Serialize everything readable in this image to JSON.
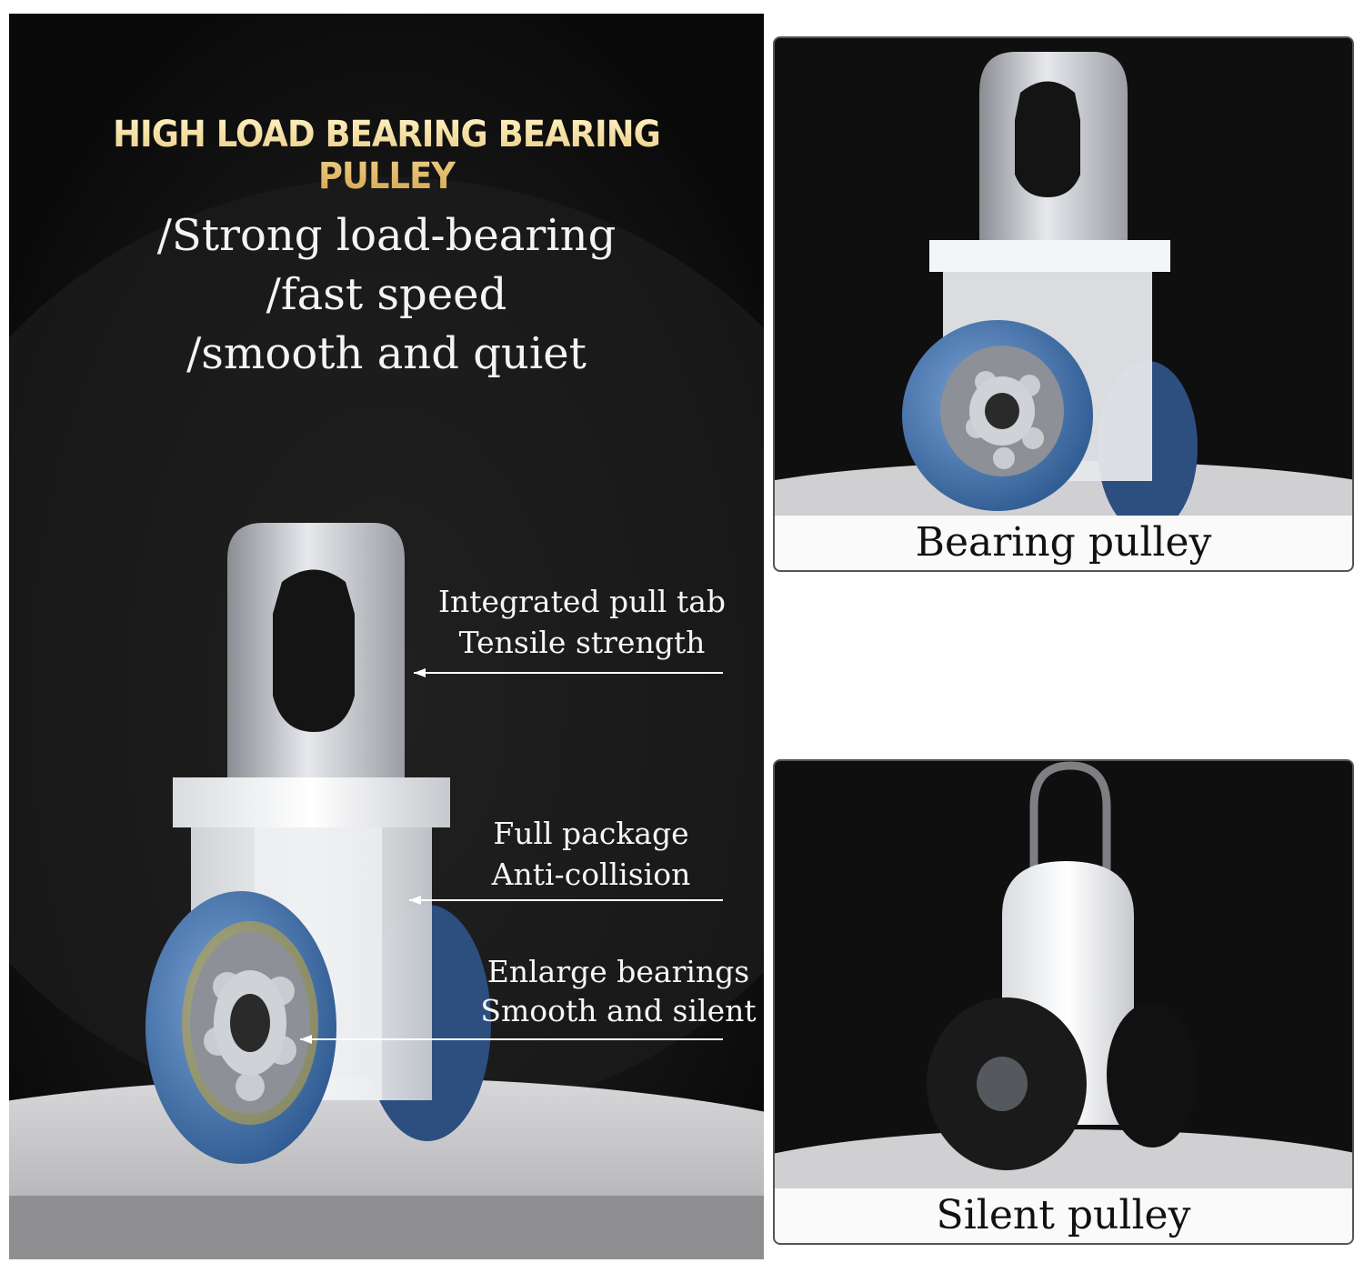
{
  "main": {
    "headline": "HIGH LOAD BEARING BEARING PULLEY",
    "taglines": [
      "/Strong load-bearing",
      "/fast speed",
      "/smooth and quiet"
    ],
    "callouts": [
      {
        "line1": "Integrated pull tab",
        "line2": "Tensile strength"
      },
      {
        "line1": "Full package",
        "line2": "Anti-collision"
      },
      {
        "line1": "Enlarge bearings",
        "line2": "Smooth and silent"
      }
    ]
  },
  "cards": [
    {
      "caption": "Bearing pulley"
    },
    {
      "caption": "Silent pulley"
    }
  ],
  "colors": {
    "headline_gold": "#e8b85a",
    "wheel_blue": "#4f7fb8",
    "wheel_black": "#1a1a1a",
    "panel_dark": "#111111"
  }
}
